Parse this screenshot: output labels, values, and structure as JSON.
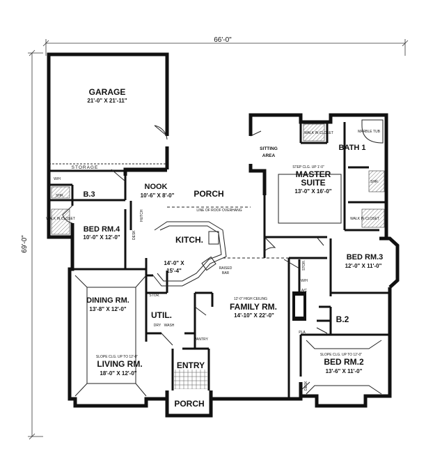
{
  "dimensions": {
    "width": "66'-0\"",
    "depth": "69'-0\""
  },
  "rooms": {
    "garage": {
      "name": "GARAGE",
      "size": "21'-0\" X 21'-11\""
    },
    "storage": "STORAGE",
    "wh": "W/H",
    "shr1": "SHR.",
    "b3": "B.3",
    "walk_in_closet_1": "WALK IN CLOSET",
    "bed4": {
      "name": "BED RM.4",
      "size": "10'-0\" X 12'-0\""
    },
    "nook": {
      "name": "NOOK",
      "size": "10'-6\" X 8'-0\""
    },
    "hutch": "HUTCH",
    "desk1": "DESK",
    "porch_rear": "PORCH",
    "roof_note": "LINE OF ROOF OVERHANG",
    "sitting": {
      "line1": "SITTING",
      "line2": "AREA"
    },
    "walk_in_closet_2": "WALK IN CLOSET",
    "marble_tub": "MARBLE TUB",
    "bath1": "BATH 1",
    "step_clg": "STEP CLG. UP 1'-0\"",
    "master": {
      "line1": "MASTER",
      "line2": "SUITE",
      "size": "13'-0\" X 16'-0\""
    },
    "shr2": "SHR.",
    "walk_in_closet_3": "WALK IN CLOSET",
    "kitchen": {
      "name": "KITCH.",
      "size_line1": "14'-0\" X",
      "size_line2": "15'-4\""
    },
    "raised_bar": {
      "line1": "RAISED",
      "line2": "BAR"
    },
    "bed3": {
      "name": "BED RM.3",
      "size": "12'-0\" X 11'-0\""
    },
    "stor1": "STOR.",
    "wh2": "W/H",
    "ac": "A/C",
    "dining": {
      "name": "DINING RM.",
      "size": "13'-8\" X 12'-0\""
    },
    "stor2": "STOR.",
    "util": "UTIL.",
    "dry": "DRY",
    "wash": "WASH",
    "pantry": "PANTRY",
    "family": {
      "note": "12'-0\" HIGH CEILING",
      "name": "FAMILY RM.",
      "size": "14'-10\" X 22'-0\""
    },
    "b2": "B.2",
    "plant": "PLA",
    "bed2": {
      "note": "SLOPE CLG. UP TO 12'-0\"",
      "name": "BED RM.2",
      "size": "13'-6\" X 11'-0\""
    },
    "desk2": "DESK",
    "living": {
      "note": "SLOPE CLG. UP TO 12'-0\"",
      "name": "LIVING RM.",
      "size": "18'-0\" X 12'-0\""
    },
    "entry": "ENTRY",
    "porch_front": "PORCH"
  }
}
